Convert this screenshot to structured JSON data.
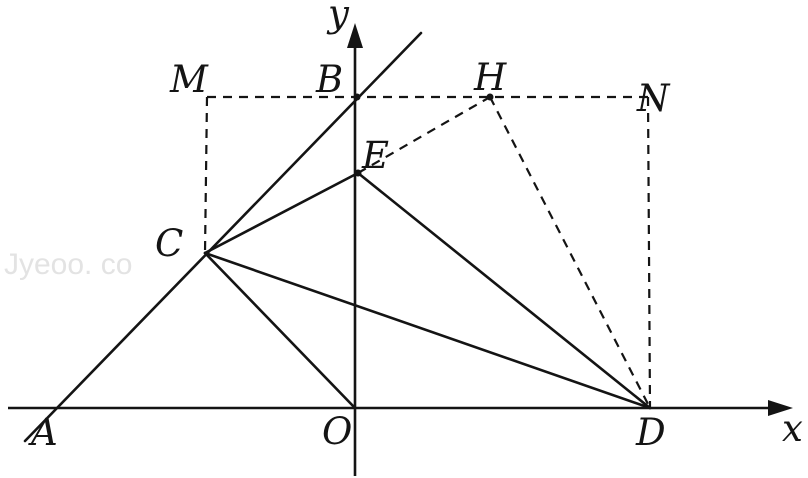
{
  "figure": {
    "watermark": "Jyeoo. co",
    "axes": {
      "x_label": "x",
      "y_label": "y"
    },
    "labels": {
      "A": "A",
      "B": "B",
      "C": "C",
      "D": "D",
      "E": "E",
      "H": "H",
      "M": "M",
      "N": "N",
      "O": "O"
    }
  }
}
